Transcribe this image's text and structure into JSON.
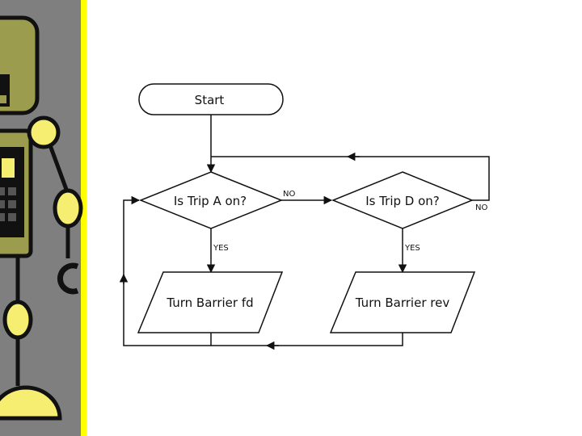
{
  "colors": {
    "sidebar": "#7f7f7f",
    "stripe": "#ffff00",
    "robot_fill": "#9c9c4e",
    "robot_accent": "#f5ee70",
    "line": "#111111"
  },
  "flowchart": {
    "start": "Start",
    "decision_a": "Is Trip A on?",
    "decision_d": "Is Trip D on?",
    "action_a": "Turn Barrier fd",
    "action_d": "Turn Barrier rev",
    "label_no_a": "NO",
    "label_no_d": "NO",
    "label_yes_a": "YES",
    "label_yes_d": "YES"
  }
}
